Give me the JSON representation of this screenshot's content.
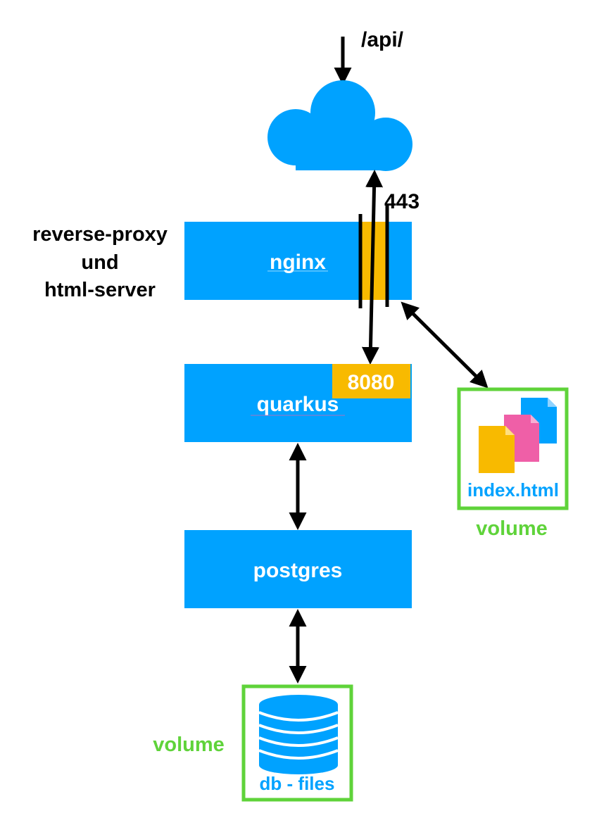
{
  "entry": {
    "label": "/api/"
  },
  "cloud": {
    "icon": "cloud-icon",
    "color": "#00a2ff"
  },
  "ports": {
    "https": "443",
    "app": "8080",
    "port_color": "#f8ba00"
  },
  "nginx": {
    "label": "nginx",
    "role_lines": [
      "reverse-proxy",
      "und",
      "html-server"
    ]
  },
  "quarkus": {
    "label": "quarkus"
  },
  "postgres": {
    "label": "postgres"
  },
  "html_volume": {
    "file_label": "index.html",
    "caption": "volume",
    "icon": "documents-icon"
  },
  "db_volume": {
    "file_label": "db - files",
    "caption": "volume",
    "icon": "database-icon"
  },
  "colors": {
    "service": "#00a2ff",
    "volume_border": "#5fd33a",
    "arrow": "#000000",
    "doc_pink": "#ef5fa7",
    "doc_orange": "#f8ba00",
    "doc_blue": "#00a2ff"
  }
}
